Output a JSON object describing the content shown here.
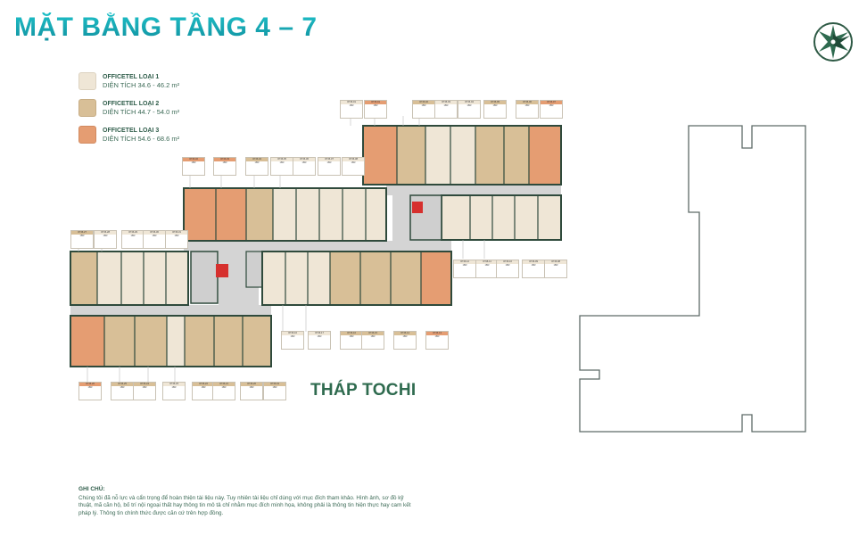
{
  "title": "MẶT BẰNG TẦNG 4 – 7",
  "tower_label": "THÁP TOCHI",
  "colors": {
    "title": "#1aa6b4",
    "type1": "#efe6d6",
    "type2": "#d8bf97",
    "type3": "#e59d72",
    "wall": "#2f4a3c",
    "corridor": "#d2d2d2",
    "stair_red": "#d6302e",
    "outline": "#5e6b68"
  },
  "legend": {
    "items": [
      {
        "name": "OFFICETEL LOẠI 1",
        "area": "DIỆN TÍCH 34.6 - 46.2 m²",
        "color": "#efe6d6"
      },
      {
        "name": "OFFICETEL LOẠI 2",
        "area": "DIỆN TÍCH 44.7 - 54.0 m²",
        "color": "#d8bf97"
      },
      {
        "name": "OFFICETEL LOẠI 3",
        "area": "DIỆN TÍCH 54.6 - 68.6 m²",
        "color": "#e59d72"
      }
    ]
  },
  "notes": {
    "title": "GHI CHÚ:",
    "body": "Chúng tôi đã nỗ lực và cẩn trọng để hoàn thiện tài liệu này. Tuy nhiên tài liệu chỉ dùng với mục đích tham khảo. Hình ảnh, sơ đồ kỹ thuật, mã căn hộ, bố trí nội ngoại thất hay thông tin mô tả chỉ nhằm mục đích minh họa, không phải là thông tin hiện thực hay cam kết pháp lý. Thông tin chính thức được căn cứ trên hợp đồng."
  },
  "unit_tags": {
    "top_right_row": [
      {
        "code": "OT-B-01",
        "type": "1BR",
        "gfa": "36.5 m² (GFA)",
        "nfa": "32.6 m² (NFA)",
        "tier": 1
      },
      {
        "code": "OT-B-01",
        "type": "1BR",
        "gfa": "58.1 m² (GFA)",
        "nfa": "52.4 m² (NFA)",
        "tier": 3
      },
      {
        "code": "OT-B-02",
        "type": "1BR",
        "gfa": "51.2 m² (GFA)",
        "nfa": "46.0 m² (NFA)",
        "tier": 2
      },
      {
        "code": "OT-B-03",
        "type": "1BR",
        "gfa": "41.6 m² (GFA)",
        "nfa": "37.4 m² (NFA)",
        "tier": 1
      },
      {
        "code": "OT-B-04",
        "type": "1BR",
        "gfa": "41.6 m² (GFA)",
        "nfa": "37.4 m² (NFA)",
        "tier": 1
      },
      {
        "code": "OT-B-05",
        "type": "1BR",
        "gfa": "48.7 m² (GFA)",
        "nfa": "43.8 m² (NFA)",
        "tier": 2
      },
      {
        "code": "OT-B-06",
        "type": "1BR",
        "gfa": "51.2 m² (GFA)",
        "nfa": "46.1 m² (NFA)",
        "tier": 2
      },
      {
        "code": "OT-B-07",
        "type": "1BR",
        "gfa": "58.1 m² (GFA)",
        "nfa": "52.4 m² (NFA)",
        "tier": 3
      }
    ],
    "top_mid_row": [
      {
        "code": "OT-B-32",
        "type": "1BR",
        "gfa": "59.3 m² (GFA)",
        "nfa": "53.4 m² (NFA)",
        "tier": 3
      },
      {
        "code": "OT-B-33",
        "type": "1BR",
        "gfa": "59.5 m² (GFA)",
        "nfa": "53.6 m² (NFA)",
        "tier": 3
      },
      {
        "code": "OT-B-34",
        "type": "1BR",
        "gfa": "45.2 m² (GFA)",
        "nfa": "40.7 m² (NFA)",
        "tier": 2
      },
      {
        "code": "OT-B-35",
        "type": "1BR",
        "gfa": "38.4 m² (GFA)",
        "nfa": "34.6 m² (NFA)",
        "tier": 1
      },
      {
        "code": "OT-B-36",
        "type": "1BR",
        "gfa": "38.5 m² (GFA)",
        "nfa": "34.7 m² (NFA)",
        "tier": 1
      },
      {
        "code": "OT-B-37",
        "type": "1BR",
        "gfa": "40.5 m² (GFA)",
        "nfa": "36.5 m² (NFA)",
        "tier": 1
      },
      {
        "code": "OT-B-38",
        "type": "1BR",
        "gfa": "38.6 m² (GFA)",
        "nfa": "34.8 m² (NFA)",
        "tier": 1
      }
    ],
    "left_row": [
      {
        "code": "OT-B-27",
        "type": "1BR",
        "gfa": "48.8 m² (GFA)",
        "nfa": "43.9 m² (NFA)",
        "tier": 2
      },
      {
        "code": "OT-B-28",
        "type": "1BR",
        "gfa": "38.7 m² (GFA)",
        "nfa": "34.8 m² (NFA)",
        "tier": 1
      },
      {
        "code": "OT-B-29",
        "type": "1BR",
        "gfa": "38.6 m² (GFA)",
        "nfa": "34.7 m² (NFA)",
        "tier": 1
      },
      {
        "code": "OT-B-30",
        "type": "1BR",
        "gfa": "40.2 m² (GFA)",
        "nfa": "36.2 m² (NFA)",
        "tier": 1
      },
      {
        "code": "OT-B-31",
        "type": "1BR",
        "gfa": "38.4 m² (GFA)",
        "nfa": "34.6 m² (NFA)",
        "tier": 1
      }
    ],
    "right_mid_row": [
      {
        "code": "OT-B-12",
        "type": "1BR",
        "gfa": "41.0 m² (GFA)",
        "nfa": "37.2 m² (NFA)",
        "tier": 1
      },
      {
        "code": "OT-B-11",
        "type": "1BR",
        "gfa": "38.1 m² (GFA)",
        "nfa": "33.8 m² (NFA)",
        "tier": 1
      },
      {
        "code": "OT-B-10",
        "type": "1BR",
        "gfa": "38.3 m² (GFA)",
        "nfa": "33.8 m² (NFA)",
        "tier": 1
      },
      {
        "code": "OT-B-09",
        "type": "1BR",
        "gfa": "38.1 m² (GFA)",
        "nfa": "33.8 m² (NFA)",
        "tier": 1
      },
      {
        "code": "OT-B-08",
        "type": "1BR",
        "gfa": "46.2 m² (GFA)",
        "nfa": "40.8 m² (NFA)",
        "tier": 1
      }
    ],
    "center_bottom_row": [
      {
        "code": "OT-B-16",
        "type": "1BR",
        "gfa": "44.3 m² (GFA)",
        "nfa": "39.9 m² (NFA)",
        "tier": 1
      },
      {
        "code": "OT-B-17",
        "type": "1BR",
        "gfa": "37.7 m² (GFA)",
        "nfa": "34.0 m² (NFA)",
        "tier": 1
      },
      {
        "code": "OT-B-16",
        "type": "1BR",
        "gfa": "52.5 m² (GFA)",
        "nfa": "47.3 m² (NFA)",
        "tier": 2
      },
      {
        "code": "OT-B-15",
        "type": "1BR",
        "gfa": "52.7 m² (GFA)",
        "nfa": "47.4 m² (NFA)",
        "tier": 2
      },
      {
        "code": "OT-B-14",
        "type": "1BR",
        "gfa": "46.9 m² (GFA)",
        "nfa": "42.1 m² (NFA)",
        "tier": 2
      },
      {
        "code": "OT-B-13",
        "type": "1BR",
        "gfa": "54.6 m² (GFA)",
        "nfa": "49.2 m² (NFA)",
        "tier": 3
      }
    ],
    "bottom_row": [
      {
        "code": "OT-B-26",
        "type": "1BR",
        "gfa": "60.5 m² (GFA)",
        "nfa": "54.4 m² (NFA)",
        "tier": 3
      },
      {
        "code": "OT-B-25",
        "type": "1BR",
        "gfa": "49.7 m² (GFA)",
        "nfa": "44.8 m² (NFA)",
        "tier": 2
      },
      {
        "code": "OT-B-24",
        "type": "1BR",
        "gfa": "49.2 m² (GFA)",
        "nfa": "44.3 m² (NFA)",
        "tier": 2
      },
      {
        "code": "OT-B-23",
        "type": "1BR",
        "gfa": "39.0 m² (GFA)",
        "nfa": "35.1 m² (NFA)",
        "tier": 1
      },
      {
        "code": "OT-B-22",
        "type": "1BR",
        "gfa": "51.6 m² (GFA)",
        "nfa": "46.5 m² (NFA)",
        "tier": 2
      },
      {
        "code": "OT-B-21",
        "type": "1BR",
        "gfa": "50.3 m² (GFA)",
        "nfa": "45.3 m² (NFA)",
        "tier": 2
      },
      {
        "code": "OT-B-20",
        "type": "1BR",
        "gfa": "50.7 m² (GFA)",
        "nfa": "45.6 m² (NFA)",
        "tier": 2
      },
      {
        "code": "OT-B-19",
        "type": "1BR",
        "gfa": "42.6 m² (GFA)",
        "nfa": "38.3 m² (NFA)",
        "tier": 2
      }
    ]
  }
}
